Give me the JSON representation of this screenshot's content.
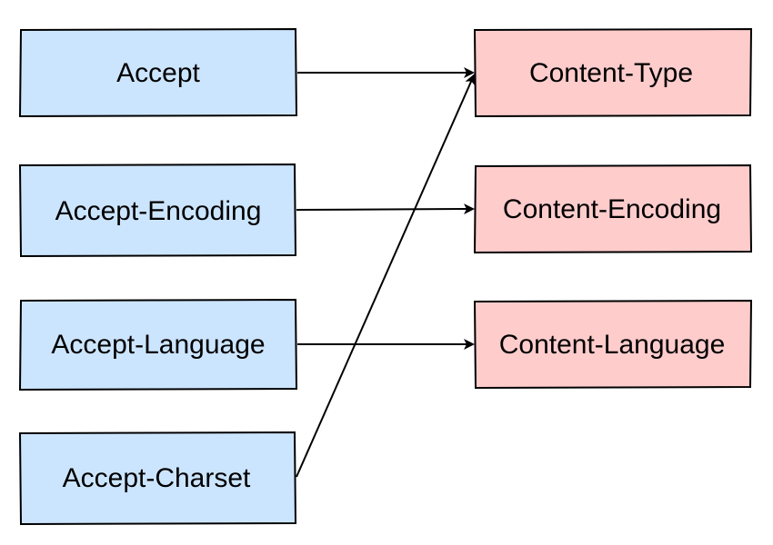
{
  "colors": {
    "request_fill": "#cce5ff",
    "response_fill": "#ffcccc",
    "stroke": "#000000",
    "arrow": "#000000"
  },
  "request_headers": [
    {
      "label": "Accept"
    },
    {
      "label": "Accept-Encoding"
    },
    {
      "label": "Accept-Language"
    },
    {
      "label": "Accept-Charset"
    }
  ],
  "response_headers": [
    {
      "label": "Content-Type"
    },
    {
      "label": "Content-Encoding"
    },
    {
      "label": "Content-Language"
    }
  ],
  "connections": [
    {
      "from": "Accept",
      "to": "Content-Type"
    },
    {
      "from": "Accept-Encoding",
      "to": "Content-Encoding"
    },
    {
      "from": "Accept-Language",
      "to": "Content-Language"
    },
    {
      "from": "Accept-Charset",
      "to": "Content-Type"
    }
  ]
}
